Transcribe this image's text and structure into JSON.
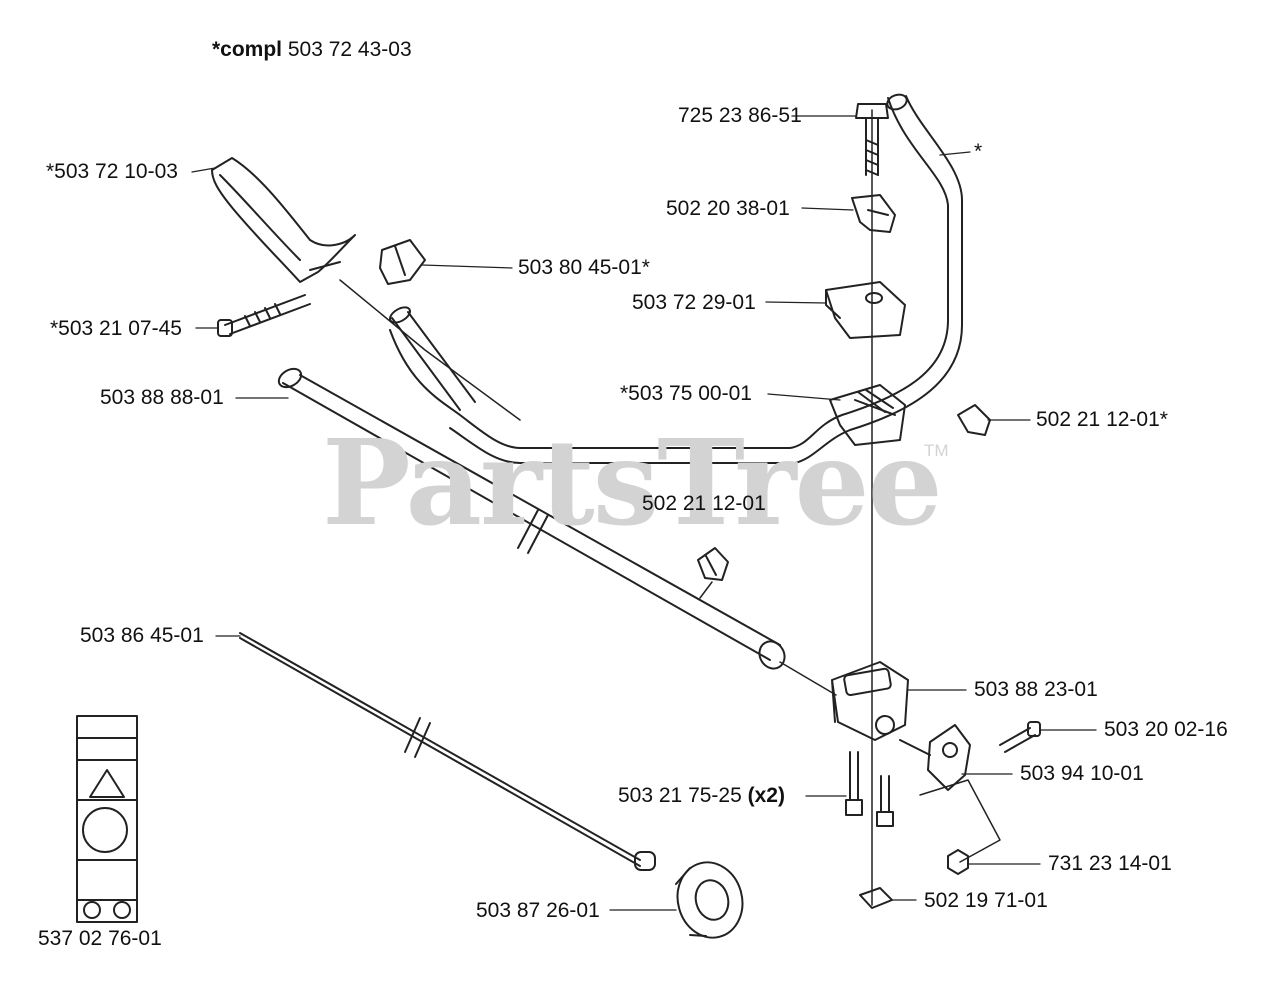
{
  "header": {
    "prefix": "*compl",
    "number": "503 72 43-03"
  },
  "watermark": {
    "text": "PartsTree",
    "mark": "TM",
    "color": "#d3d3d3"
  },
  "parts": {
    "p1": "725 23 86-51",
    "p2": "*",
    "p3": "*503 72 10-03",
    "p4": "502 20 38-01",
    "p5": "503 80 45-01*",
    "p6": "503 72 29-01",
    "p7": "*503 21 07-45",
    "p8": "503 88 88-01",
    "p9": "*503 75 00-01",
    "p10": "502 21 12-01*",
    "p11": "502 21 12-01",
    "p12": "503 86 45-01",
    "p13": "503 88 23-01",
    "p14": "503 20 02-16",
    "p15": "503 21 75-25",
    "p15_qty": "(x2)",
    "p16": "503 94 10-01",
    "p17": "731 23 14-01",
    "p18": "503 87 26-01",
    "p19": "502 19 71-01",
    "p20": "537 02 76-01"
  },
  "colors": {
    "ink": "#111111",
    "line": "#222222"
  }
}
